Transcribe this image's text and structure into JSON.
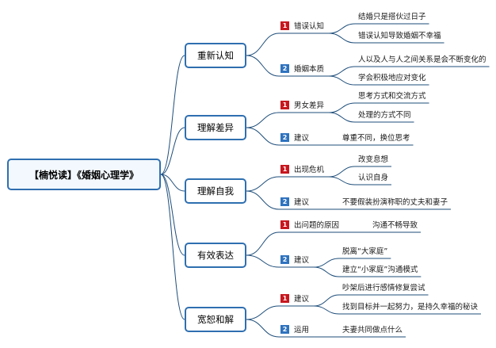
{
  "colors": {
    "line": "#1d4d7a",
    "border": "#2f6fb0",
    "badge_red": "#c8171e",
    "badge_blue": "#2f73bf"
  },
  "root": {
    "label": "【楠悦读】《婚姻心理学》"
  },
  "topics": [
    {
      "label": "重新认知",
      "branches": [
        {
          "badge": "1",
          "badge_color": "red",
          "label": "错误认知",
          "items": [
            "结婚只是搭伙过日子",
            "错误认知导致婚姻不幸福"
          ]
        },
        {
          "badge": "2",
          "badge_color": "blue",
          "label": "婚姻本质",
          "items": [
            "人以及人与人之间关系是会不断变化的",
            "学会积极地应对变化"
          ]
        }
      ]
    },
    {
      "label": "理解差异",
      "branches": [
        {
          "badge": "1",
          "badge_color": "red",
          "label": "男女差异",
          "items": [
            "思考方式和交流方式",
            "处理的方式不同"
          ]
        },
        {
          "badge": "2",
          "badge_color": "blue",
          "label": "建议",
          "items": [
            "尊重不同，换位思考"
          ]
        }
      ]
    },
    {
      "label": "理解自我",
      "branches": [
        {
          "badge": "1",
          "badge_color": "red",
          "label": "出现危机",
          "items": [
            "改变息想",
            "认识自身"
          ]
        },
        {
          "badge": "2",
          "badge_color": "blue",
          "label": "建议",
          "items": [
            "不要假装扮演称职的丈夫和妻子"
          ]
        }
      ]
    },
    {
      "label": "有效表达",
      "branches": [
        {
          "badge": "1",
          "badge_color": "red",
          "label": "出问题的原因",
          "items": [
            "沟通不畅导致"
          ]
        },
        {
          "badge": "2",
          "badge_color": "blue",
          "label": "建议",
          "items": [
            "脱离“大家庭”",
            "建立“小家庭”沟通模式"
          ]
        }
      ]
    },
    {
      "label": "宽恕和解",
      "branches": [
        {
          "badge": "1",
          "badge_color": "red",
          "label": "建议",
          "items": [
            "吵架后进行感情修复尝试",
            "找到目标并一起努力，是持久幸福的秘诀"
          ]
        },
        {
          "badge": "2",
          "badge_color": "blue",
          "label": "运用",
          "items": [
            "夫妻共同做点什么"
          ]
        }
      ]
    }
  ]
}
